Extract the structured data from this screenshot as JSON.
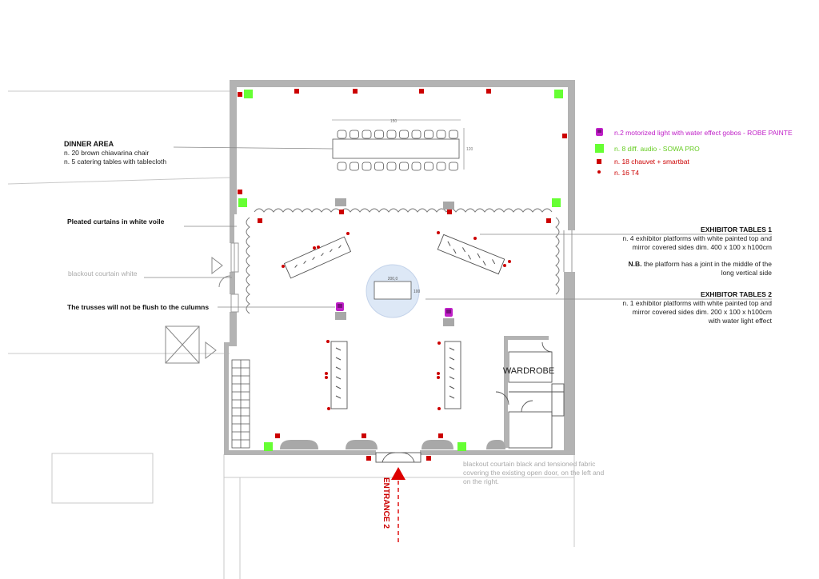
{
  "legend": [
    {
      "symbol": "moving-head-icon",
      "color": "#c020c8",
      "text": "n.2 motorized light with water effect gobos - ROBE PAINTE"
    },
    {
      "symbol": "speaker-square-icon",
      "color": "#66ff33",
      "text": "n. 8 diff. audio - SOWA PRO"
    },
    {
      "symbol": "fixture-square-icon",
      "color": "#cc0000",
      "text": "n. 18 chauvet + smartbat"
    },
    {
      "symbol": "dot-icon",
      "color": "#cc0000",
      "text": "n.  16 T4"
    }
  ],
  "dinner": {
    "title": "DINNER AREA",
    "line1": "n. 20 brown chiavarina chair",
    "line2": "n. 5 catering tables with tablecloth",
    "dim_w": "150",
    "dim_h": "120"
  },
  "notes": {
    "curtains": "Pleated curtains in white voile",
    "blackout_white": "blackout courtain white",
    "trusses": "The trusses will not be flush to the culumns",
    "entrance_note_1": "blackout courtain black and tensioned fabric",
    "entrance_note_2": "covering the existing open door, on the left and",
    "entrance_note_3": "on the right.",
    "entrance": "ENTRANCE 2",
    "wardrobe": "WARDROBE"
  },
  "exhibitor1": {
    "title": "EXHIBITOR TABLES 1",
    "line1": "n. 4 exhibitor platforms with white painted top and",
    "line2": "mirror covered sides dim. 400 x 100 x h100cm",
    "nb_bold": "N.B.",
    "nb_text": " the platform has a joint in the middle of the",
    "line4": "long vertical side"
  },
  "exhibitor2": {
    "title": "EXHIBITOR TABLES 2",
    "line1": "n. 1 exhibitor platforms with white painted top and",
    "line2": "mirror covered sides dim. 200 x 100 x h100cm",
    "line3": "with water light effect"
  },
  "center": {
    "dim_w": "200,0",
    "dim_h": "100"
  },
  "colors": {
    "wall": "#b3b3b3",
    "moving_head": "#c020c8",
    "audio": "#66ff33",
    "fixture": "#cc0000",
    "arrow": "#dd0000",
    "spot_circle": "#dde8f6"
  }
}
